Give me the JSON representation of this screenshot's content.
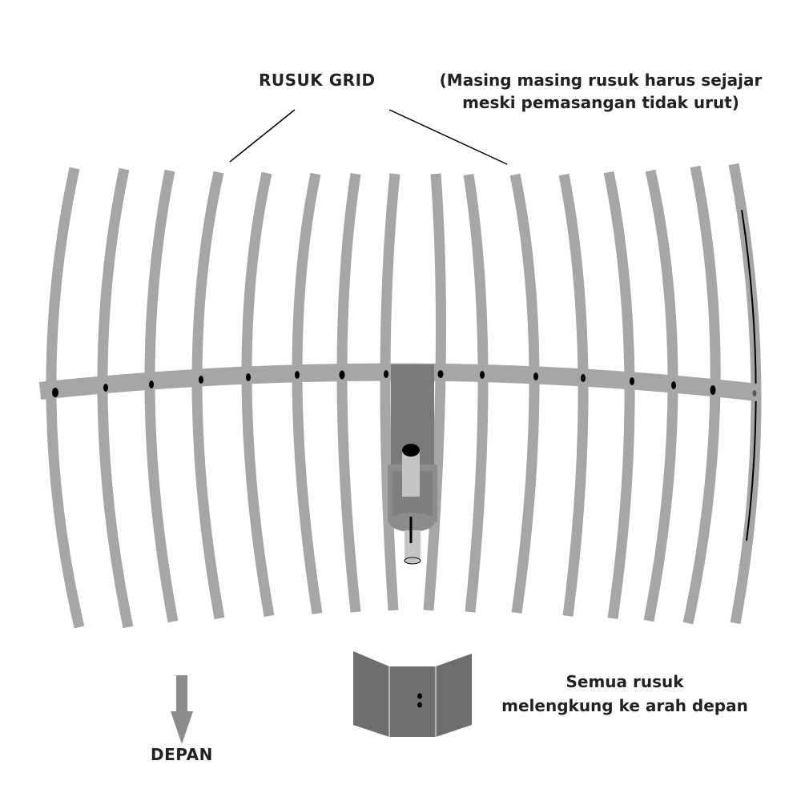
{
  "labels": {
    "title": "RUSUK GRID",
    "note_line1": "(Masing masing rusuk harus sejajar",
    "note_line2": "meski pemasangan tidak urut)",
    "caption_line1": "Semua rusuk",
    "caption_line2": "melengkung ke arah depan",
    "front": "DEPAN"
  },
  "colors": {
    "rib": "#a6a6a6",
    "spine": "#a6a6a6",
    "hole": "#000000",
    "feed_dark": "#7a7a7a",
    "feed_mid": "#8c8c8c",
    "feed_light": "#c4c4c4",
    "arrow": "#8c8c8c",
    "reflector": "#6e6e6e",
    "leader_line": "#000000",
    "text": "#222222"
  },
  "icons": {
    "front_arrow": "arrow-down-icon",
    "reflector": "folded-reflector-icon",
    "feed": "feed-cylinder-icon"
  },
  "rib_count": 16
}
